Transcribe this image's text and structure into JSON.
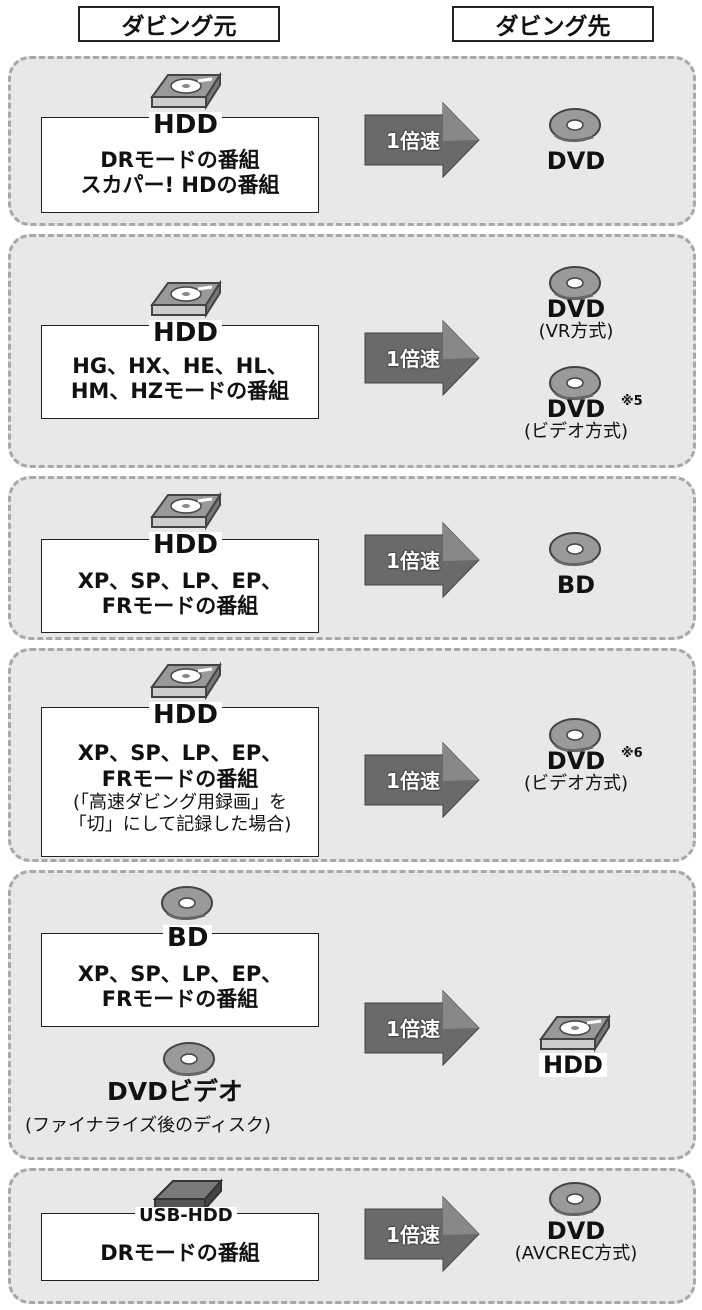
{
  "header": {
    "source_label": "ダビング元",
    "dest_label": "ダビング先"
  },
  "rows": [
    {
      "media": "HDD",
      "modes": "DRモードの番組\nスカパー! HDの番組",
      "speed": "1倍速",
      "dest": [
        {
          "label": "DVD",
          "sub": ""
        }
      ]
    },
    {
      "media": "HDD",
      "modes": "HG、HX、HE、HL、\nHM、HZモードの番組",
      "speed": "1倍速",
      "dest": [
        {
          "label": "DVD",
          "sub": "(VR方式)"
        },
        {
          "label": "DVD",
          "sub": "(ビデオ方式)",
          "note": "※5"
        }
      ]
    },
    {
      "media": "HDD",
      "modes": "XP、SP、LP、EP、\nFRモードの番組",
      "speed": "1倍速",
      "dest": [
        {
          "label": "BD",
          "sub": ""
        }
      ]
    },
    {
      "media": "HDD",
      "modes": "XP、SP、LP、EP、\nFRモードの番組",
      "note": "(「高速ダビング用録画」を\n「切」にして記録した場合)",
      "speed": "1倍速",
      "dest": [
        {
          "label": "DVD",
          "sub": "(ビデオ方式)",
          "note": "※6"
        }
      ]
    },
    {
      "media": "BD",
      "modes": "XP、SP、LP、EP、\nFRモードの番組",
      "extra_media": "DVDビデオ",
      "extra_note": "(ファイナライズ後のディスク)",
      "speed": "1倍速",
      "dest": [
        {
          "label": "HDD",
          "sub": ""
        }
      ]
    },
    {
      "media": "USB-HDD",
      "modes": "DRモードの番組",
      "speed": "1倍速",
      "dest": [
        {
          "label": "DVD",
          "sub": "(AVCREC方式)"
        }
      ]
    }
  ]
}
